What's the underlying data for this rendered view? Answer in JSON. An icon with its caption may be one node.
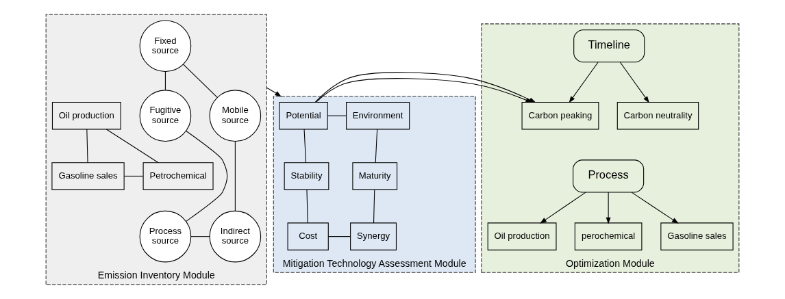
{
  "diagram": {
    "nodes": [
      {
        "text": [
          "Emission Inventory Module"
        ]
      },
      {
        "text": [
          "Fixed source"
        ],
        "in": 0
      },
      {
        "text": [
          "Mobile source"
        ],
        "in": 0
      },
      {
        "text": [
          "Fugitive source"
        ],
        "in": 0
      },
      {
        "text": [
          "Oil production"
        ],
        "in": 0
      },
      {
        "text": [
          "Gasoline sales"
        ],
        "in": 0
      },
      {
        "text": [
          "Petrochemical"
        ],
        "in": 0
      },
      {
        "text": [
          "Indirect source"
        ],
        "in": 0
      },
      {
        "text": [
          "Process source"
        ],
        "in": 0
      },
      {
        "text": [
          "Mitigation Technology Assessment Module"
        ]
      },
      {
        "text": [
          "Potential"
        ],
        "in": 9
      },
      {
        "text": [
          "Environment"
        ],
        "in": 9
      },
      {
        "text": [
          "Stability"
        ],
        "in": 9
      },
      {
        "text": [
          "Maturity"
        ],
        "in": 9
      },
      {
        "text": [
          "Cost"
        ],
        "in": 9
      },
      {
        "text": [
          "Synergy"
        ],
        "in": 9
      },
      {
        "text": [
          "Optimization Module"
        ]
      },
      {
        "text": [
          "Carbon peaking"
        ],
        "in": 16
      },
      {
        "text": [
          "Timeline"
        ],
        "in": 16
      },
      {
        "text": [
          "Carbon neutrality"
        ],
        "in": 16
      },
      {
        "text": [
          "Oil production"
        ],
        "in": 16
      },
      {
        "text": [
          "Process"
        ],
        "in": 16
      },
      {
        "text": [
          "perochemical"
        ],
        "in": 16
      },
      {
        "text": [
          "Gasoline sales"
        ],
        "in": 16
      }
    ],
    "edges": [
      {
        "from": 1,
        "to": 3,
        "arrow": "none"
      },
      {
        "from": 3,
        "to": 8,
        "arrow": "none"
      },
      {
        "from": 8,
        "to": 7,
        "arrow": "none"
      },
      {
        "from": 7,
        "to": 2,
        "arrow": "none"
      },
      {
        "from": 2,
        "to": 1,
        "arrow": "none"
      },
      {
        "from": 4,
        "to": 5,
        "arrow": "none"
      },
      {
        "from": 4,
        "to": 6,
        "arrow": "none"
      },
      {
        "from": 5,
        "to": 6,
        "arrow": "none"
      },
      {
        "from": 0,
        "to": 9,
        "arrow": "to"
      },
      {
        "from": 10,
        "to": 11,
        "arrow": "none"
      },
      {
        "from": 10,
        "to": 12,
        "arrow": "none"
      },
      {
        "from": 11,
        "to": 13,
        "arrow": "none"
      },
      {
        "from": 12,
        "to": 14,
        "arrow": "none"
      },
      {
        "from": 13,
        "to": 15,
        "arrow": "none"
      },
      {
        "from": 14,
        "to": 15,
        "arrow": "none"
      },
      {
        "from": 9,
        "to": 16,
        "arrow": "to"
      },
      {
        "from": 18,
        "to": 17,
        "arrow": "to"
      },
      {
        "from": 18,
        "to": 19,
        "arrow": "to"
      },
      {
        "from": 21,
        "to": 20,
        "arrow": "to"
      },
      {
        "from": 21,
        "to": 22,
        "arrow": "to"
      },
      {
        "from": 21,
        "to": 23,
        "arrow": "to"
      }
    ]
  }
}
